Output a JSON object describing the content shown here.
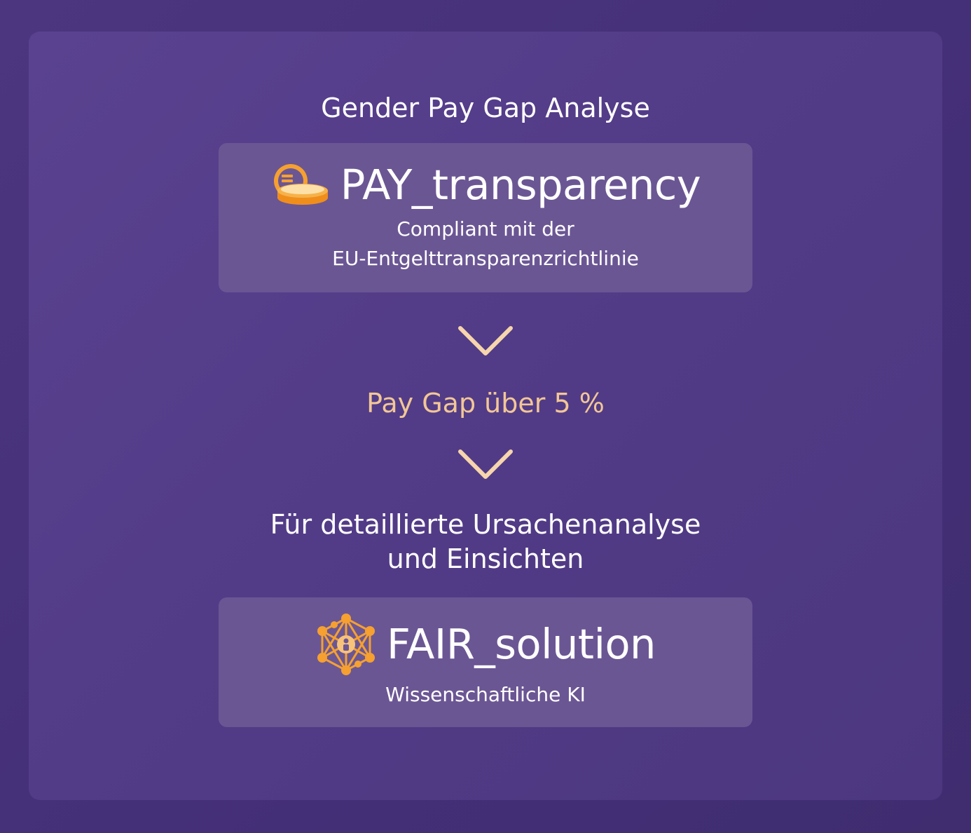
{
  "heading": "Gender Pay Gap Analyse",
  "top_card": {
    "brand": "PAY_transparency",
    "icon": "coin-stack-icon",
    "subtitle_lines": [
      "Compliant mit der",
      "EU-Entgelttransparenzrichtlinie"
    ]
  },
  "arrow_icon": "chevron-down-icon",
  "pay_gap_text": "Pay Gap über 5 %",
  "detail_lines": [
    "Für detaillierte Ursachenanalyse",
    "und Einsichten"
  ],
  "bottom_card": {
    "brand": "FAIR_solution",
    "icon": "network-person-icon",
    "subtitle": "Wissenschaftliche KI"
  },
  "colors": {
    "background": "#45307a",
    "panel": "#543d89",
    "card": "#6b5694",
    "accent_orange": "#f5a030",
    "highlight_text": "#f2c796",
    "chevron": "#f7d5ad",
    "text": "#ffffff"
  }
}
